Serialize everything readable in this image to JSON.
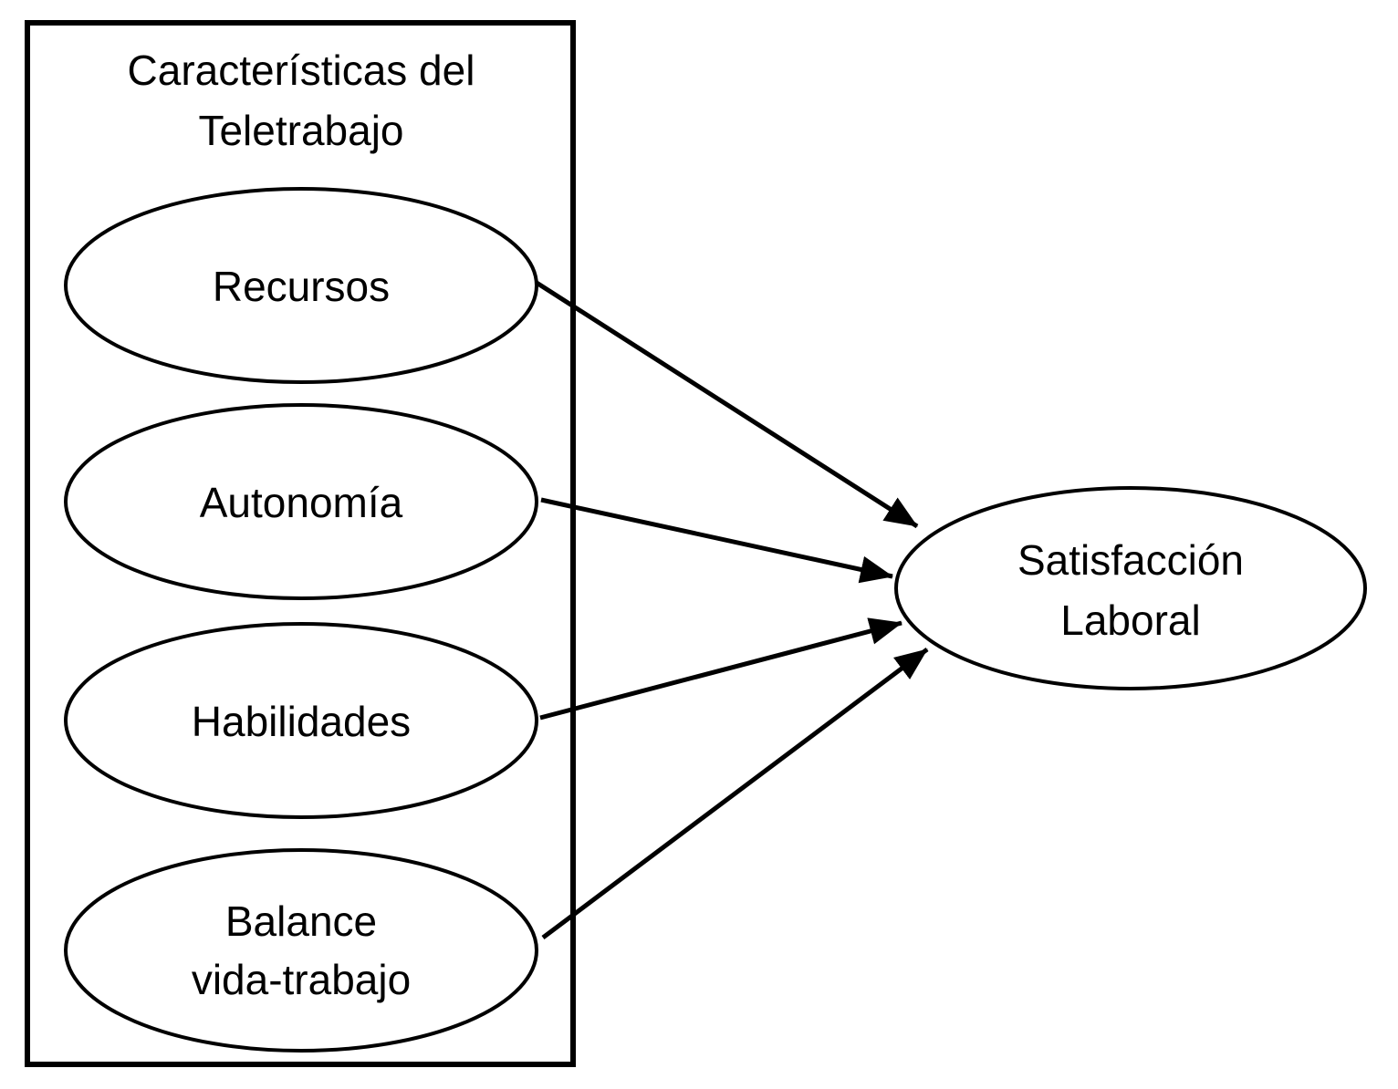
{
  "diagram": {
    "type": "concept-model",
    "colors": {
      "background": "#ffffff",
      "stroke": "#000000",
      "text": "#000000"
    },
    "group_box": {
      "title_line1": "Características del",
      "title_line2": "Teletrabajo"
    },
    "nodes": {
      "recursos": {
        "label": "Recursos",
        "shape": "ellipse"
      },
      "autonomia": {
        "label": "Autonomía",
        "shape": "ellipse"
      },
      "habilidades": {
        "label": "Habilidades",
        "shape": "ellipse"
      },
      "balance": {
        "label_line1": "Balance",
        "label_line2": "vida-trabajo",
        "shape": "ellipse"
      },
      "satisfaccion": {
        "label_line1": "Satisfacción",
        "label_line2": "Laboral",
        "shape": "ellipse"
      }
    },
    "edges": [
      {
        "from": "recursos",
        "to": "satisfaccion",
        "style": "arrow"
      },
      {
        "from": "autonomia",
        "to": "satisfaccion",
        "style": "arrow"
      },
      {
        "from": "habilidades",
        "to": "satisfaccion",
        "style": "arrow"
      },
      {
        "from": "balance",
        "to": "satisfaccion",
        "style": "arrow"
      }
    ]
  }
}
